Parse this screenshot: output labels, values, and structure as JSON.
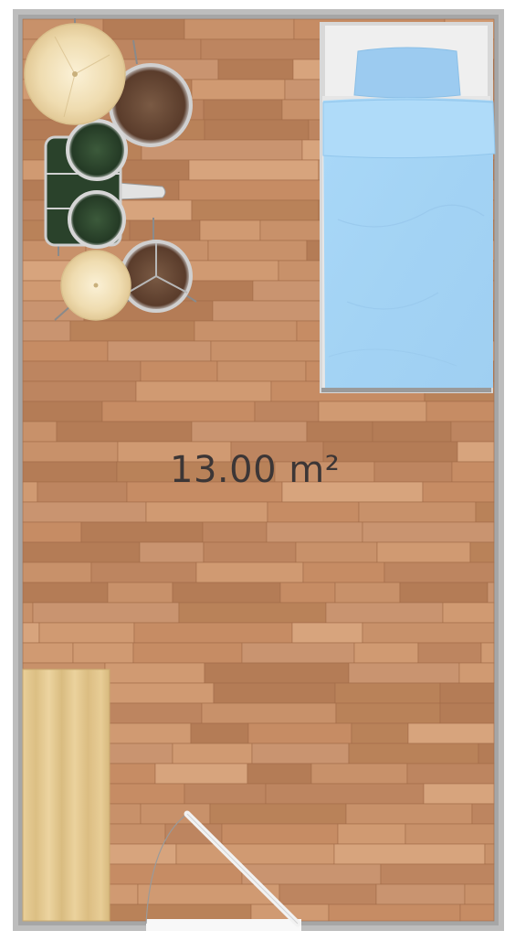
{
  "room": {
    "area_label": "13.00 m²"
  },
  "colors": {
    "wall": "#b9b9b9",
    "floor_base": "#c38a62",
    "plank_light": "#d39c73",
    "plank_dark": "#a9704c",
    "bed_sheet": "#a7d6f6",
    "pillow": "#9ccbf0",
    "headboard": "#efefef",
    "desk": "#e3c78f",
    "door": "#f4f4f4",
    "cymbal": "#f0dfb8",
    "drum_green": "#2f4a30",
    "drum_brown": "#6a4a36"
  },
  "furniture": [
    "drum-kit",
    "bed",
    "desk",
    "door"
  ]
}
